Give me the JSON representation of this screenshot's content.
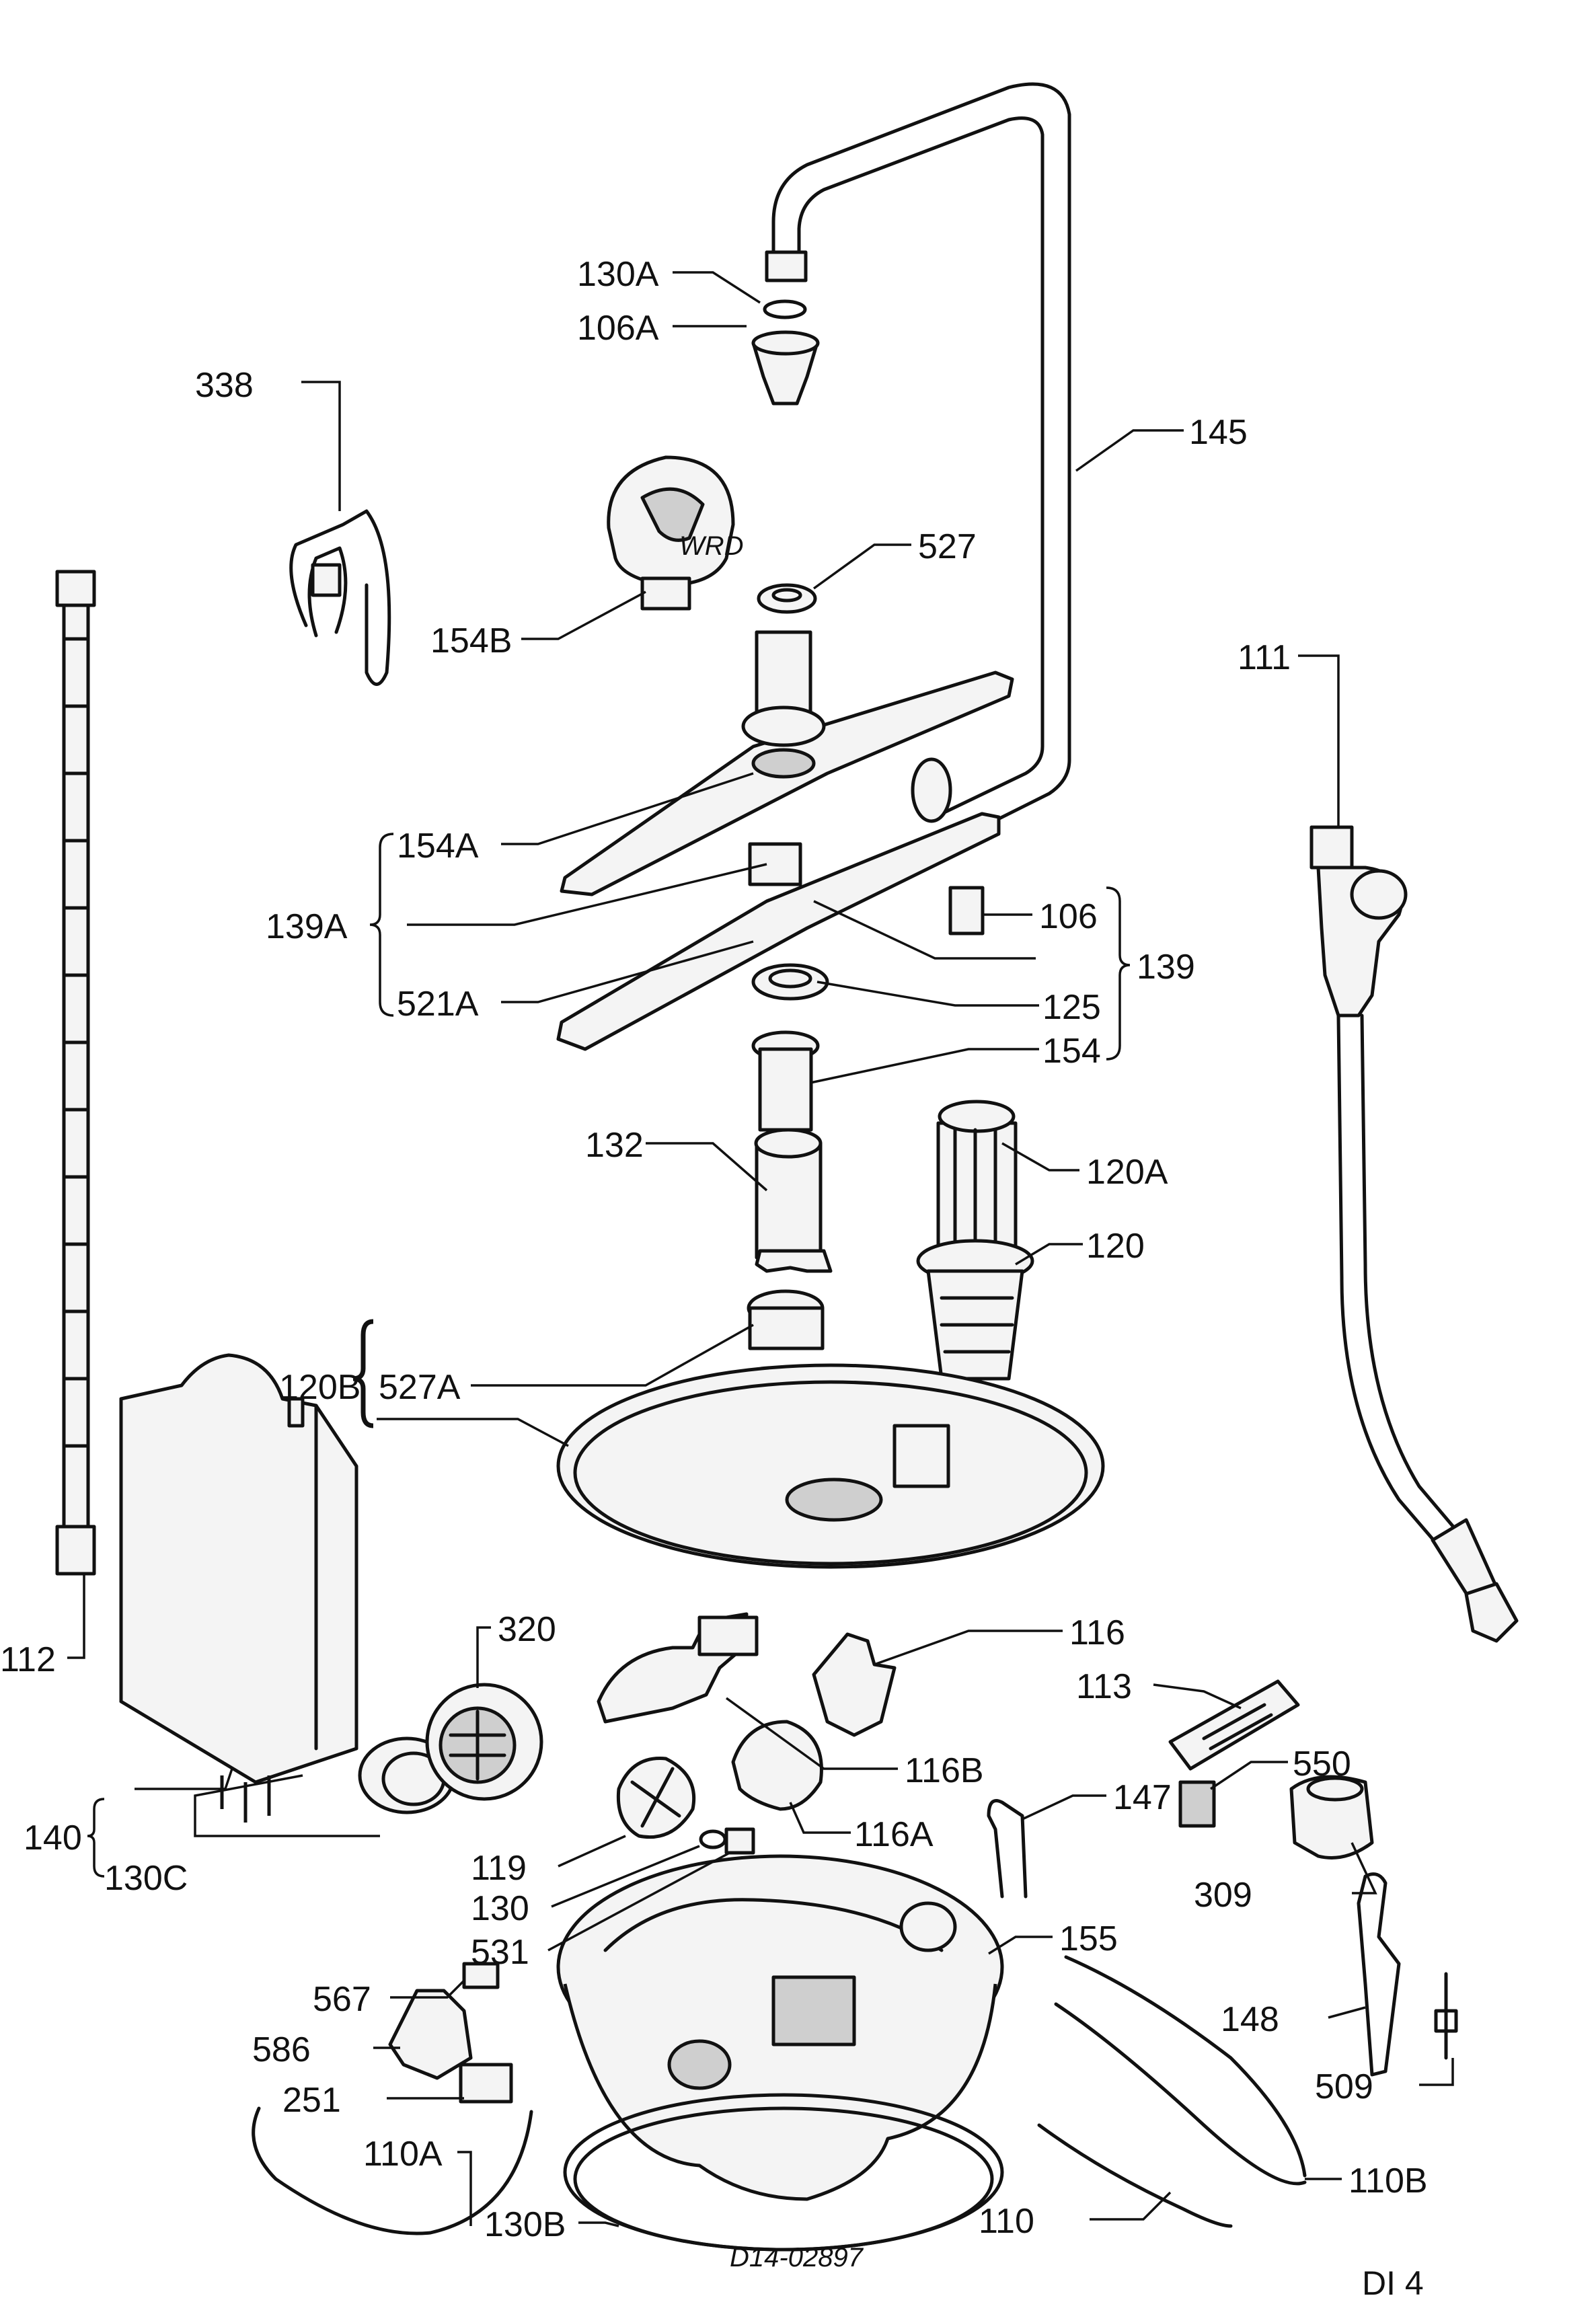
{
  "labels": {
    "p130A": "130A",
    "p106A": "106A",
    "p338": "338",
    "p145": "145",
    "p527": "527",
    "p154B": "154B",
    "p111": "111",
    "p154A": "154A",
    "p139A": "139A",
    "p521A": "521A",
    "p106": "106",
    "p139": "139",
    "p125": "125",
    "p154": "154",
    "p132": "132",
    "p120A": "120A",
    "p120": "120",
    "p120B": "120B",
    "p527A": "527A",
    "p112": "112",
    "p320": "320",
    "p116": "116",
    "p113": "113",
    "p116B": "116B",
    "p550": "550",
    "p140": "140",
    "p130C": "130C",
    "p147": "147",
    "p116A": "116A",
    "p309": "309",
    "p119": "119",
    "p130": "130",
    "p531": "531",
    "p155": "155",
    "p567": "567",
    "p148": "148",
    "p586": "586",
    "p509": "509",
    "p251": "251",
    "p110A": "110A",
    "p110B": "110B",
    "p130B": "130B",
    "p110": "110"
  },
  "drawing_code": "D14-02897",
  "sheet_code": "DI 4"
}
